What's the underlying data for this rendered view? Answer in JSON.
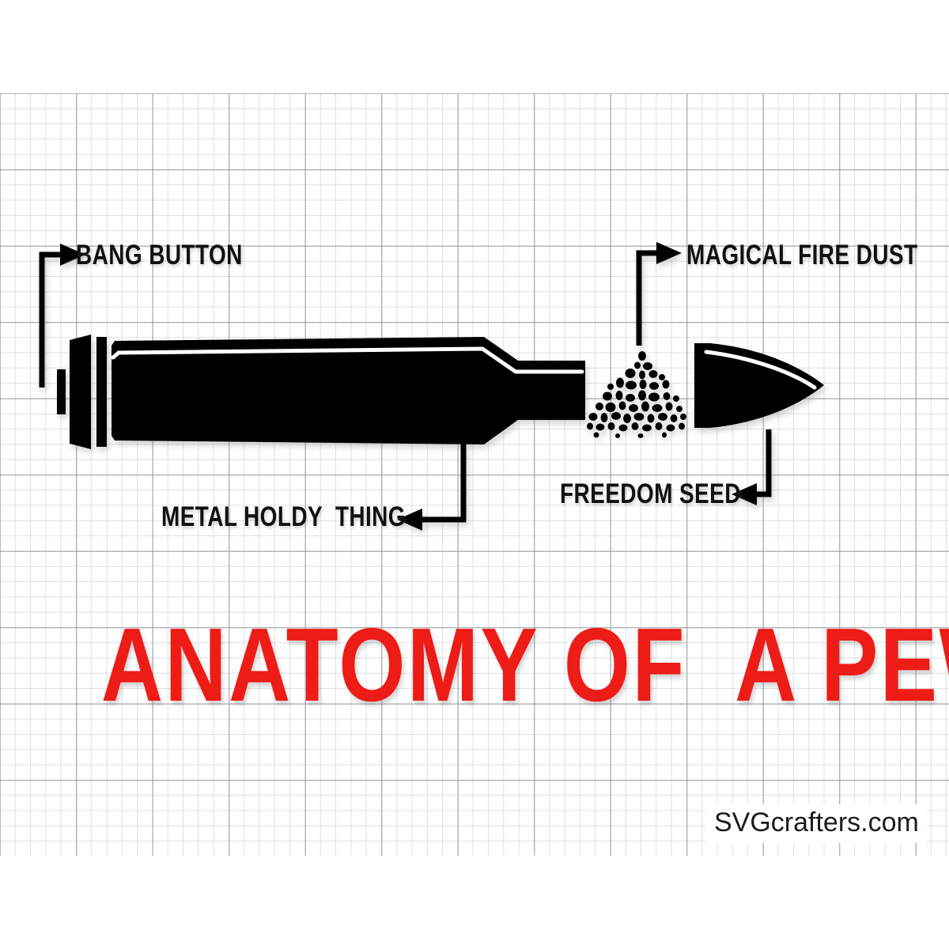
{
  "artwork": {
    "title": "ANATOMY OF  A PEW",
    "title_color": "#ED1C16",
    "background": "graph-paper",
    "ink_color": "#000000"
  },
  "callouts": [
    {
      "id": "bang-button",
      "label": "BANG BUTTON",
      "arrow": "right",
      "target": "primer"
    },
    {
      "id": "magical-fire-dust",
      "label": "MAGICAL FIRE DUST",
      "arrow": "right",
      "target": "powder"
    },
    {
      "id": "metal-holdy-thing",
      "label": "METAL HOLDY  THING",
      "arrow": "left",
      "target": "case"
    },
    {
      "id": "freedom-seed",
      "label": "FREEDOM SEED",
      "arrow": "left",
      "target": "projectile"
    }
  ],
  "watermark": {
    "text": "SVGcrafters.com"
  },
  "icons": {
    "arrow_right": "arrow-right-icon",
    "arrow_left": "arrow-left-icon",
    "cartridge": "cartridge-icon",
    "powder": "gunpowder-icon",
    "projectile": "bullet-icon"
  }
}
